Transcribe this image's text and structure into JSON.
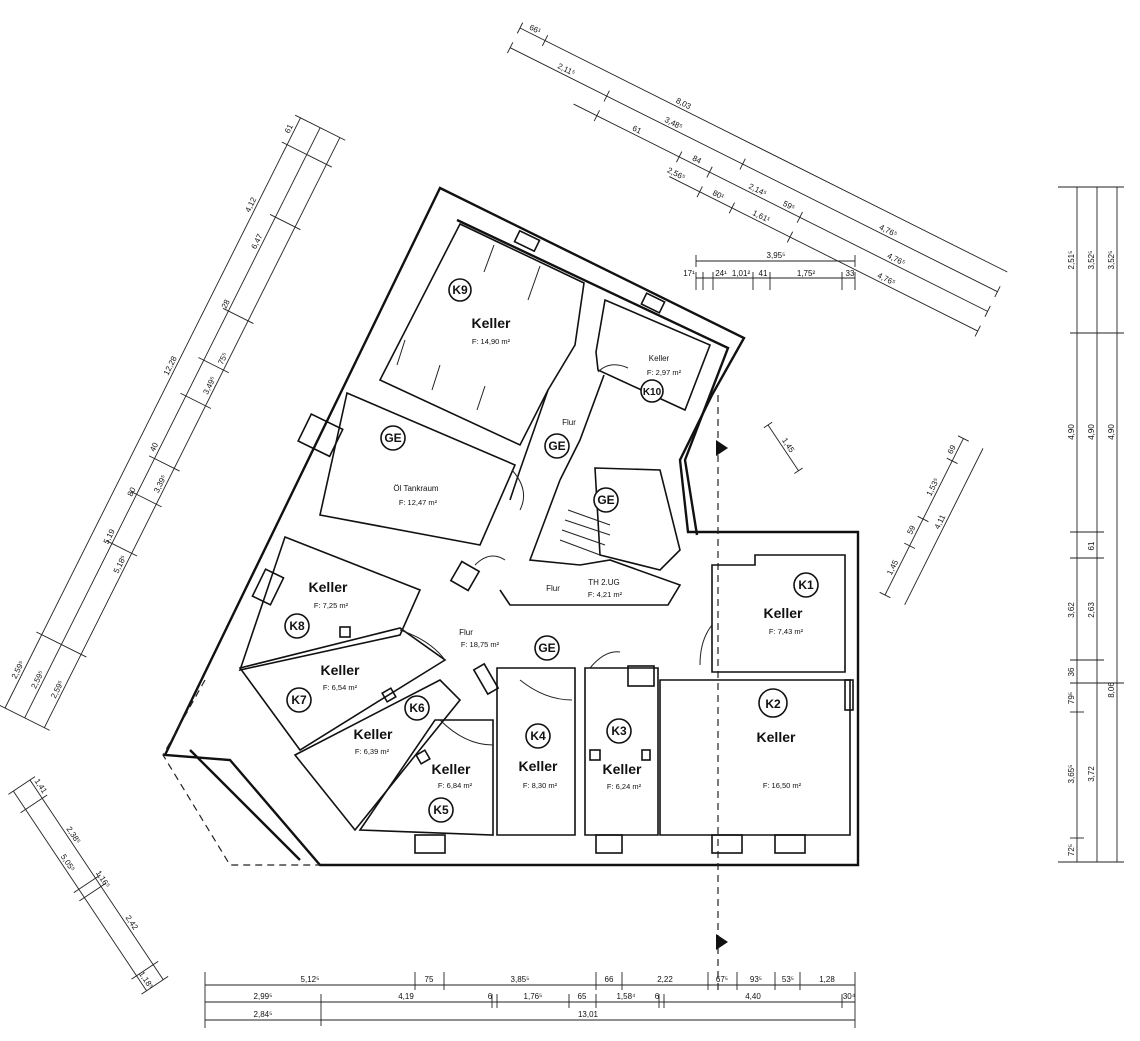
{
  "rooms": {
    "k9": {
      "tag": "K9",
      "name": "Keller",
      "area": "F: 14,90 m²"
    },
    "k10": {
      "tag": "K10",
      "name": "Keller",
      "area": "F: 2,97 m²"
    },
    "oel": {
      "tag": "GE",
      "name": "Öl Tankraum",
      "area": "F:      12,47 m²"
    },
    "flur_top": {
      "tag": "GE",
      "name": "Flur"
    },
    "th": {
      "tag": "GE",
      "name_left": "Flur",
      "name": "TH 2.UG",
      "area": "F: 4,21 m²"
    },
    "k1": {
      "tag": "K1",
      "name": "Keller",
      "area": "F: 7,43 m²"
    },
    "k8": {
      "tag": "K8",
      "name": "Keller",
      "area": "F: 7,25 m²"
    },
    "flur_main": {
      "tag": "GE",
      "name": "Flur",
      "area": "F: 18,75 m²"
    },
    "k7": {
      "tag": "K7",
      "name": "Keller",
      "area": "F: 6,54 m²"
    },
    "k6": {
      "tag": "K6",
      "name": "Keller",
      "area": "F: 6,39 m²"
    },
    "k5": {
      "tag": "K5",
      "name": "Keller",
      "area": "F:      6,84 m²"
    },
    "k4": {
      "tag": "K4",
      "name": "Keller",
      "area": "F: 8,30 m²"
    },
    "k3": {
      "tag": "K3",
      "name": "Keller",
      "area": "F: 6,24 m²"
    },
    "k2": {
      "tag": "K2",
      "name": "Keller",
      "area": "F: 16,50 m²"
    }
  },
  "dimensions": {
    "top": {
      "row1": [
        "66¹",
        "2,11⁵",
        "3,48⁵",
        "8,03",
        "4,76⁵"
      ],
      "row2": [
        "61",
        "2,56⁵",
        "84",
        "2,14⁵",
        "4,76⁵"
      ],
      "row3": [
        "80¹",
        "59⁵",
        "1,61¹",
        "4,76⁵"
      ]
    },
    "small_top": {
      "total": "3,95⁵",
      "parts": [
        "17¹",
        "24¹",
        "1,01²",
        "41",
        "1,75²",
        "33"
      ]
    },
    "left": {
      "row1": [
        "61",
        "4,12",
        "6,47",
        "12,28",
        "28",
        "3,49⁵",
        "75⁵",
        "40",
        "3,39⁵",
        "5,19",
        "80",
        "5,18⁵",
        "2,59⁵"
      ],
      "row2": [
        "2,59⁵"
      ],
      "row3": [
        "2,59⁵"
      ]
    },
    "bottom_left": [
      "1,41",
      "2,38⁵",
      "1,16⁵",
      "5,05⁵",
      "2,42",
      "1,18⁵"
    ],
    "right_mid": [
      "1,45",
      "69",
      "1,53⁵",
      "59",
      "1,45",
      "4,11"
    ],
    "right": {
      "a": [
        "2,51⁵",
        "4,90",
        "3,62",
        "36",
        "79⁵",
        "3,65⁵",
        "72⁵"
      ],
      "b": [
        "3,52⁵",
        "4,90",
        "61",
        "2,63",
        "3,72"
      ],
      "c": [
        "3,52⁵",
        "4,90",
        "8,06"
      ]
    },
    "bottom": {
      "row1": [
        "5,12⁵",
        "75",
        "3,85⁵",
        "66",
        "2,22",
        "67⁵",
        "93⁵",
        "53⁵",
        "1,28"
      ],
      "row2": [
        "2,99⁵",
        "4,19",
        "6",
        "1,76⁵",
        "65",
        "1,58⁴",
        "6",
        "4,40",
        "30⁴"
      ],
      "row3": [
        "2,84⁵",
        "13,01"
      ]
    }
  },
  "colors": {
    "ink": "#111111",
    "paper": "#ffffff"
  }
}
